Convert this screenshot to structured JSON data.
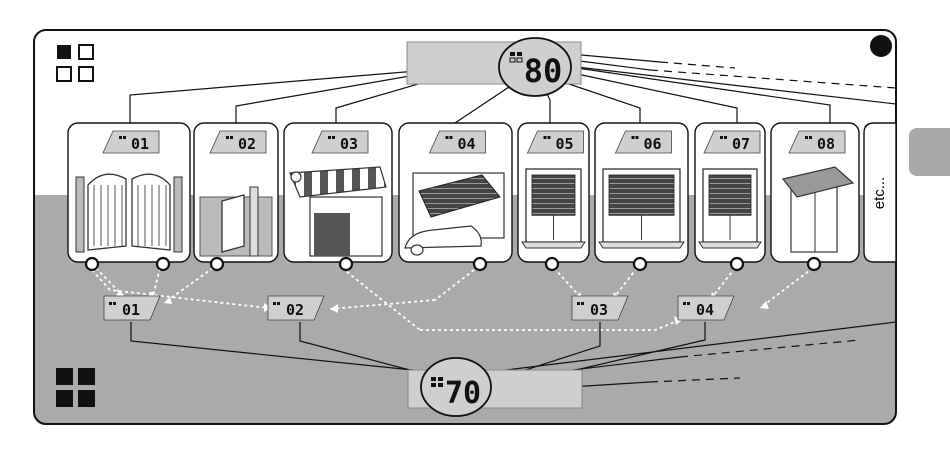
{
  "colors": {
    "top_band": "#ffffff",
    "bottom_band": "#aaaaaa",
    "display": "#cfcfcf",
    "side_tab": "#a9a9a9",
    "line": "#111111",
    "dotted": "#ffffff"
  },
  "icons": {
    "top_left": "four-outlined-squares-icon",
    "bottom_left": "four-filled-squares-icon",
    "top_right": "black-dot-icon"
  },
  "top_display": {
    "value": "80"
  },
  "bottom_display": {
    "value": "70"
  },
  "devices": [
    {
      "code": "01",
      "icon": "double-swing-gate-icon"
    },
    {
      "code": "02",
      "icon": "pedestrian-gate-icon"
    },
    {
      "code": "03",
      "icon": "awning-icon"
    },
    {
      "code": "04",
      "icon": "garage-door-car-icon"
    },
    {
      "code": "05",
      "icon": "window-shutter-icon"
    },
    {
      "code": "06",
      "icon": "wide-window-shutter-icon"
    },
    {
      "code": "07",
      "icon": "window-shutter-icon"
    },
    {
      "code": "08",
      "icon": "window-awning-icon"
    }
  ],
  "etc_label": "etc...",
  "groups": [
    {
      "code": "01"
    },
    {
      "code": "02"
    },
    {
      "code": "03"
    },
    {
      "code": "04"
    }
  ]
}
